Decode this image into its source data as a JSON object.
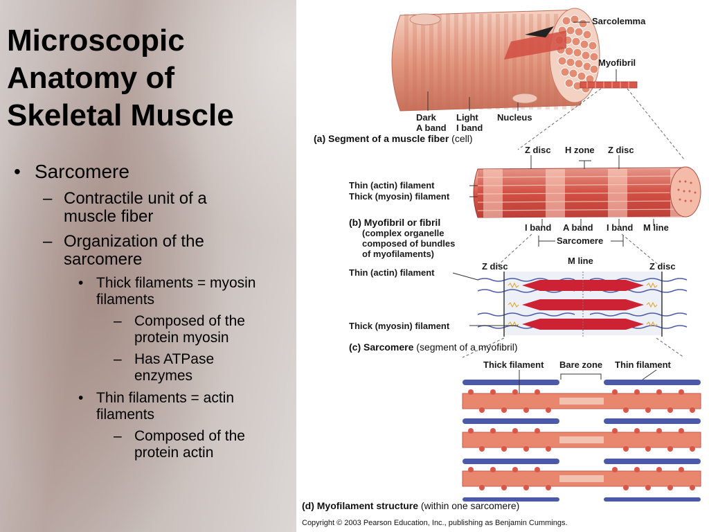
{
  "slide": {
    "title_lines": [
      "Microscopic",
      "Anatomy of",
      "Skeletal Muscle"
    ],
    "bullets": {
      "sarcomere": "Sarcomere",
      "contractile": "Contractile unit of a muscle fiber",
      "organization": "Organization of the sarcomere",
      "thick": "Thick filaments = myosin filaments",
      "thick_composed": "Composed of the protein myosin",
      "atpase": "Has ATPase enzymes",
      "thin": "Thin filaments = actin filaments",
      "thin_composed": "Composed of the protein actin"
    },
    "markers": {
      "bullet": "•",
      "dash": "–"
    }
  },
  "figure": {
    "a": {
      "sarcolemma": "Sarcolemma",
      "myofibril": "Myofibril",
      "dark_line1": "Dark",
      "dark_line2": "A band",
      "light_line1": "Light",
      "light_line2": "I band",
      "nucleus": "Nucleus",
      "caption_bold": "(a) Segment of a muscle fiber",
      "caption_rest": " (cell)"
    },
    "b": {
      "z_disc_left": "Z disc",
      "h_zone": "H zone",
      "z_disc_right": "Z disc",
      "thin_filament": "Thin (actin) filament",
      "thick_filament": "Thick (myosin) filament",
      "caption_bold": "(b) Myofibril or fibril",
      "caption_line2": "(complex organelle",
      "caption_line3": "composed of bundles",
      "caption_line4": "of myofilaments)",
      "i_band_left": "I band",
      "a_band": "A band",
      "i_band_right": "I band",
      "m_line": "M line",
      "sarcomere": "Sarcomere"
    },
    "c": {
      "z_disc_left": "Z disc",
      "m_line": "M line",
      "z_disc_right": "Z disc",
      "thin_filament": "Thin (actin) filament",
      "thick_filament": "Thick (myosin) filament",
      "caption_bold": "(c) Sarcomere",
      "caption_rest": " (segment of a myofibril)"
    },
    "d": {
      "thick_filament": "Thick filament",
      "bare_zone": "Bare zone",
      "thin_filament": "Thin filament",
      "caption_bold": "(d) Myofilament structure",
      "caption_rest": " (within one sarcomere)"
    },
    "copyright": "Copyright © 2003 Pearson Education, Inc., publishing as Benjamin Cummings.",
    "colors": {
      "muscle": "#e8866e",
      "muscle_dark": "#c95a48",
      "myosin": "#cc2233",
      "actin": "#4a5aa8",
      "fiber_light": "#f2c2b0"
    }
  }
}
